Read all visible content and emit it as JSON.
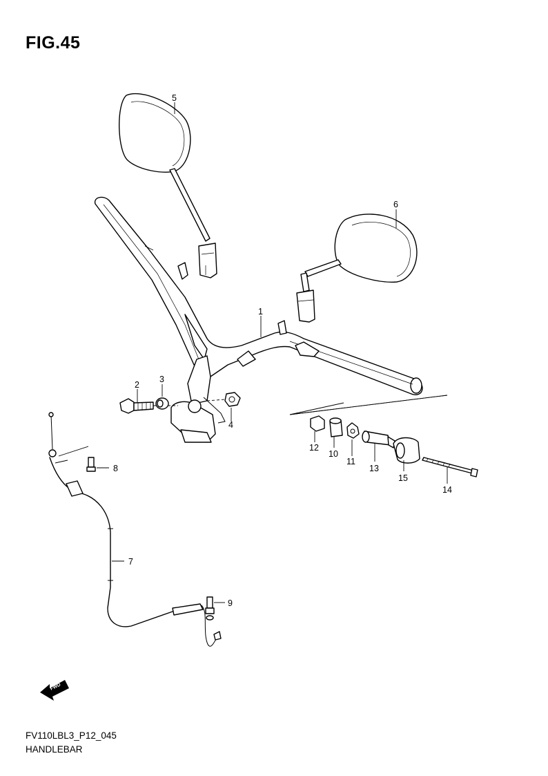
{
  "figure": {
    "title": "FIG.45",
    "code": "FV110LBL3_P12_045",
    "name": "HANDLEBAR",
    "fwd_label": "FWD"
  },
  "callouts": [
    "1",
    "2",
    "3",
    "4",
    "5",
    "6",
    "7",
    "8",
    "9",
    "10",
    "11",
    "12",
    "13",
    "14",
    "15"
  ],
  "parts": [
    {
      "ref": "handlebar",
      "callout": "1"
    },
    {
      "ref": "bolt",
      "callout": "2"
    },
    {
      "ref": "collar",
      "callout": "3"
    },
    {
      "ref": "nut",
      "callout": "4"
    },
    {
      "ref": "mirror-right",
      "callout": "5"
    },
    {
      "ref": "mirror-left",
      "callout": "6"
    },
    {
      "ref": "cable",
      "callout": "7"
    },
    {
      "ref": "screw",
      "callout": "8"
    },
    {
      "ref": "screw",
      "callout": "9"
    },
    {
      "ref": "spacer",
      "callout": "10"
    },
    {
      "ref": "nut",
      "callout": "11"
    },
    {
      "ref": "nut",
      "callout": "12"
    },
    {
      "ref": "sleeve",
      "callout": "13"
    },
    {
      "ref": "long-screw",
      "callout": "14"
    },
    {
      "ref": "balancer-weight",
      "callout": "15"
    }
  ]
}
